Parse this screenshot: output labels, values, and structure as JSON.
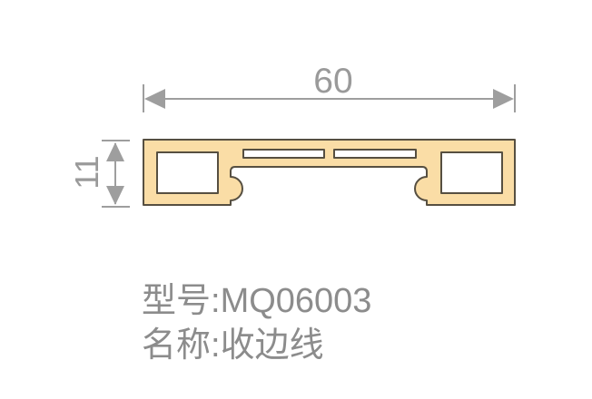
{
  "diagram": {
    "dimensions": {
      "width": {
        "value": "60"
      },
      "height": {
        "value": "11"
      }
    },
    "colors": {
      "profile_fill": "#FADDA6",
      "profile_stroke": "#564F41",
      "dimension_gray": "#9E9E9E",
      "text_gray": "#8C8C8C"
    }
  },
  "product": {
    "model_label": "型号:",
    "model_value": "MQ06003",
    "name_label": "名称:",
    "name_value": "收边线"
  }
}
